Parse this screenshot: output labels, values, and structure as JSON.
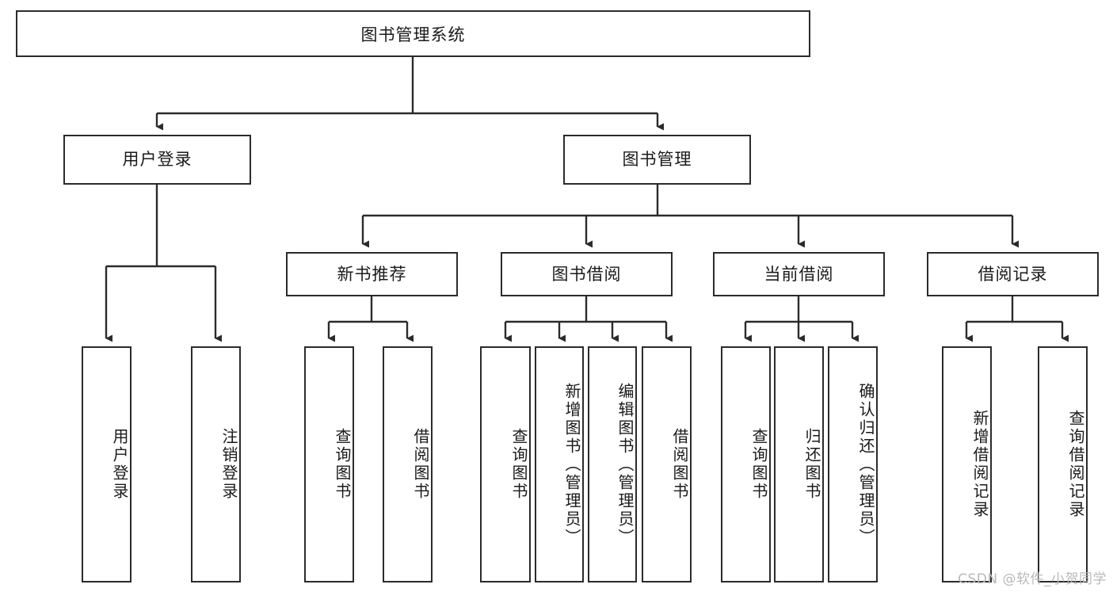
{
  "diagram": {
    "title": "图书管理系统",
    "type": "tree-hierarchy-chart",
    "root": {
      "label": "图书管理系统"
    },
    "level2": [
      {
        "label": "用户登录"
      },
      {
        "label": "图书管理"
      }
    ],
    "level3": [
      {
        "label": "新书推荐"
      },
      {
        "label": "图书借阅"
      },
      {
        "label": "当前借阅"
      },
      {
        "label": "借阅记录"
      }
    ],
    "leaves": [
      {
        "label": "用户登录"
      },
      {
        "label": "注销登录"
      },
      {
        "label": "查询图书"
      },
      {
        "label": "借阅图书"
      },
      {
        "label": "查询图书"
      },
      {
        "label": "新增图书（管理员）"
      },
      {
        "label": "编辑图书（管理员）"
      },
      {
        "label": "借阅图书"
      },
      {
        "label": "查询图书"
      },
      {
        "label": "归还图书"
      },
      {
        "label": "确认归还（管理员）"
      },
      {
        "label": "新增借阅记录"
      },
      {
        "label": "查询借阅记录"
      }
    ]
  },
  "watermark": {
    "text": "CSDN @软件_小贺同学"
  },
  "colors": {
    "stroke": "#2b2b2b",
    "fill": "#ffffff",
    "text": "#1a1a1a",
    "watermark": "#b9b9b9"
  }
}
